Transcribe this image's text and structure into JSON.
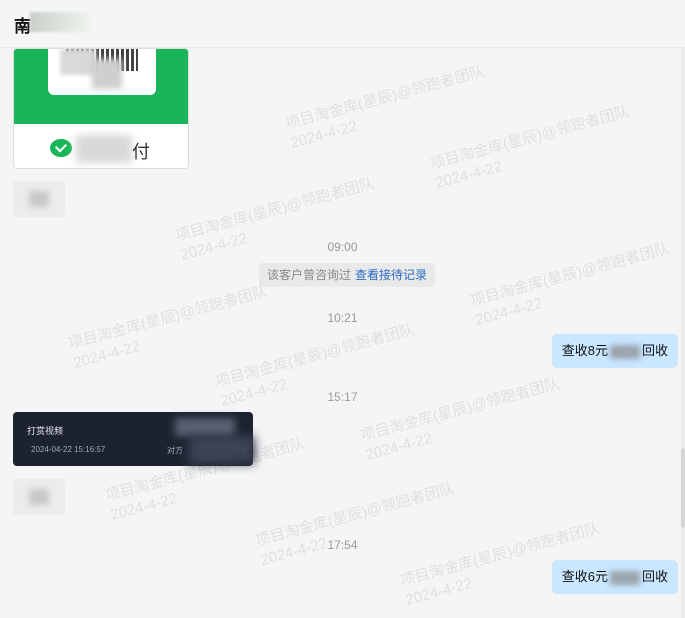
{
  "header": {
    "title": "南"
  },
  "payment_card": {
    "label": "付"
  },
  "messages": {
    "time_1": "09:00",
    "system_note": "该客户曾咨询过",
    "system_link": "查看接待记录",
    "time_2": "10:21",
    "msg_1_prefix": "查收8元",
    "msg_1_suffix": "回收",
    "time_3": "15:17",
    "tip_title": "打赏视频",
    "tip_time": "2024-04-22 15:16:57",
    "tip_peer": "对方",
    "time_4": "17:54",
    "msg_2_prefix": "查收6元",
    "msg_2_suffix": "回收"
  },
  "watermark": {
    "line1": "项目淘金库(星辰)@领跑者团队",
    "line2": "2024-4-22"
  },
  "colors": {
    "accent_green": "#18b659",
    "link_blue": "#2b6cc4",
    "bubble_blue": "#c9e7ff",
    "dark_card": "#1d2230"
  }
}
